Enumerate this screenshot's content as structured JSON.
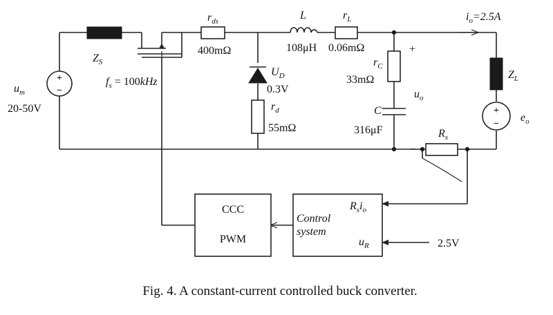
{
  "figure": {
    "caption": "Fig. 4. A constant-current controlled buck converter."
  },
  "source": {
    "symbol": "u",
    "subscript": "m",
    "range": "20-50V",
    "plus": "+",
    "minus": "−"
  },
  "source_impedance": {
    "symbol": "Z",
    "subscript": "S"
  },
  "switch": {
    "freq_symbol": "f",
    "freq_subscript": "s",
    "freq_eq": " = 100",
    "freq_unit": "kHz"
  },
  "r_ds": {
    "symbol": "r",
    "subscript": "ds",
    "value": "400mΩ"
  },
  "inductor": {
    "symbol": "L",
    "value": "108μH"
  },
  "r_L": {
    "symbol": "r",
    "subscript": "L",
    "value": "0.06mΩ"
  },
  "diode": {
    "symbol": "U",
    "subscript": "D",
    "value": "0.3V"
  },
  "r_d": {
    "symbol": "r",
    "subscript": "d",
    "value": "55mΩ"
  },
  "r_C": {
    "symbol": "r",
    "subscript": "C",
    "value": "33mΩ"
  },
  "capacitor": {
    "symbol": "C",
    "value": "316μF"
  },
  "output": {
    "voltage_symbol": "u",
    "voltage_subscript": "o",
    "plus": "+",
    "minus": "−"
  },
  "output_current": {
    "symbol": "i",
    "subscript": "o",
    "value": "=2.5A"
  },
  "load": {
    "symbol": "Z",
    "subscript": "L"
  },
  "emf": {
    "symbol": "e",
    "subscript": "o",
    "plus": "+",
    "minus": "−"
  },
  "sense_resistor": {
    "symbol": "R",
    "subscript": "s"
  },
  "ccc_block": {
    "line1": "CCC",
    "line2": "PWM"
  },
  "control_block": {
    "line1": "Control",
    "line2": "system",
    "input1_a": "R",
    "input1_b": "s",
    "input1_c": "i",
    "input1_d": "o",
    "input2_a": "u",
    "input2_b": "R"
  },
  "reference": {
    "value": "2.5V"
  }
}
